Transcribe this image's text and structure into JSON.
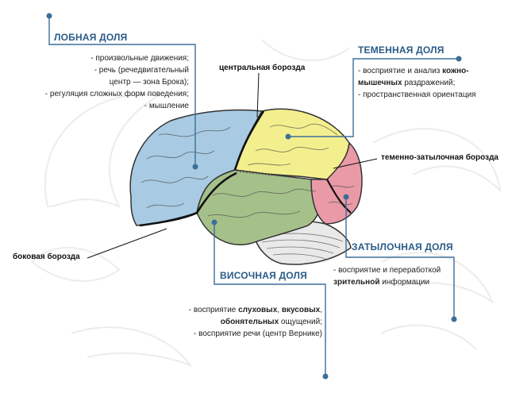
{
  "labels": {
    "central_sulcus": "центральная борозда",
    "parieto_occipital_sulcus": "теменно-затылочная борозда",
    "lateral_sulcus": "боковая борозда"
  },
  "frontal": {
    "title": "ЛОБНАЯ ДОЛЯ",
    "lines": [
      {
        "parts": [
          {
            "t": "- произвольные движения;"
          }
        ]
      },
      {
        "parts": [
          {
            "t": "- речь (речедвигательный"
          }
        ]
      },
      {
        "parts": [
          {
            "t": "центр — зона Брока);"
          }
        ]
      },
      {
        "parts": [
          {
            "t": "- регуляция сложных форм поведения;"
          }
        ]
      },
      {
        "parts": [
          {
            "t": "- мышление"
          }
        ]
      }
    ]
  },
  "parietal": {
    "title": "ТЕМЕННАЯ ДОЛЯ",
    "lines": [
      {
        "parts": [
          {
            "t": "- восприятие и анализ "
          },
          {
            "t": "кожно-",
            "b": true
          }
        ]
      },
      {
        "parts": [
          {
            "t": "мышечных",
            "b": true
          },
          {
            "t": " раздражений;"
          }
        ]
      },
      {
        "parts": [
          {
            "t": "- пространственная ориентация"
          }
        ]
      }
    ]
  },
  "occipital": {
    "title": "ЗАТЫЛОЧНАЯ ДОЛЯ",
    "lines": [
      {
        "parts": [
          {
            "t": "- восприятие и переработкой"
          }
        ]
      },
      {
        "parts": [
          {
            "t": "зрительной",
            "b": true
          },
          {
            "t": " информации"
          }
        ]
      }
    ]
  },
  "temporal": {
    "title": "ВИСОЧНАЯ ДОЛЯ",
    "lines": [
      {
        "parts": [
          {
            "t": "- восприятие "
          },
          {
            "t": "слуховых",
            "b": true
          },
          {
            "t": ", "
          },
          {
            "t": "вкусовых",
            "b": true
          },
          {
            "t": ","
          }
        ]
      },
      {
        "parts": [
          {
            "t": "обонятельных",
            "b": true
          },
          {
            "t": " ощущений;"
          }
        ]
      },
      {
        "parts": [
          {
            "t": "- восприятие речи (центр Вернике)"
          }
        ]
      }
    ]
  },
  "colors": {
    "frontal": "#a8cbe3",
    "parietal": "#f4ef8e",
    "temporal": "#a6c08a",
    "occipital": "#ea9aa7",
    "cerebellum": "#e9e9e9",
    "accent": "#2a5b87",
    "line": "#3d6e98"
  }
}
